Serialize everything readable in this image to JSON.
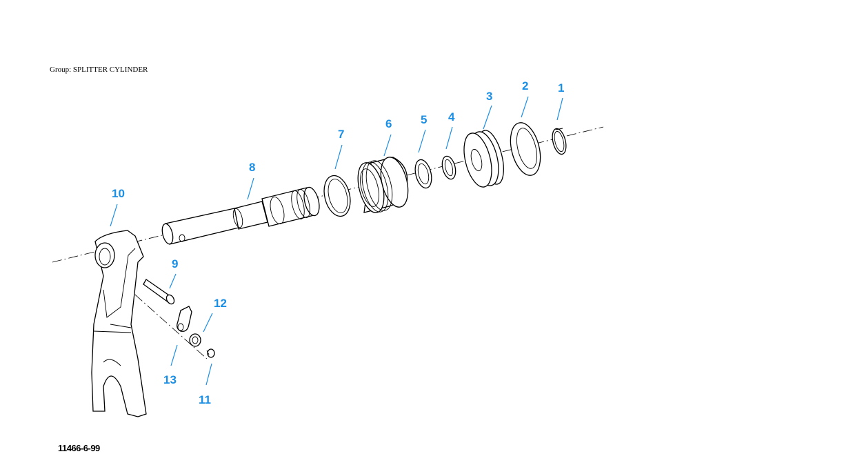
{
  "header": {
    "group_label": "Group: SPLITTER CYLINDER"
  },
  "footer": {
    "figure_id": "11466-6-99"
  },
  "colors": {
    "callout": "#1a8fe6",
    "line": "#000000"
  },
  "callouts": [
    {
      "id": "1",
      "label": "1"
    },
    {
      "id": "2",
      "label": "2"
    },
    {
      "id": "3",
      "label": "3"
    },
    {
      "id": "4",
      "label": "4"
    },
    {
      "id": "5",
      "label": "5"
    },
    {
      "id": "6",
      "label": "6"
    },
    {
      "id": "7",
      "label": "7"
    },
    {
      "id": "8",
      "label": "8"
    },
    {
      "id": "9",
      "label": "9"
    },
    {
      "id": "10",
      "label": "10"
    },
    {
      "id": "11",
      "label": "11"
    },
    {
      "id": "12",
      "label": "12"
    },
    {
      "id": "13",
      "label": "13"
    }
  ]
}
